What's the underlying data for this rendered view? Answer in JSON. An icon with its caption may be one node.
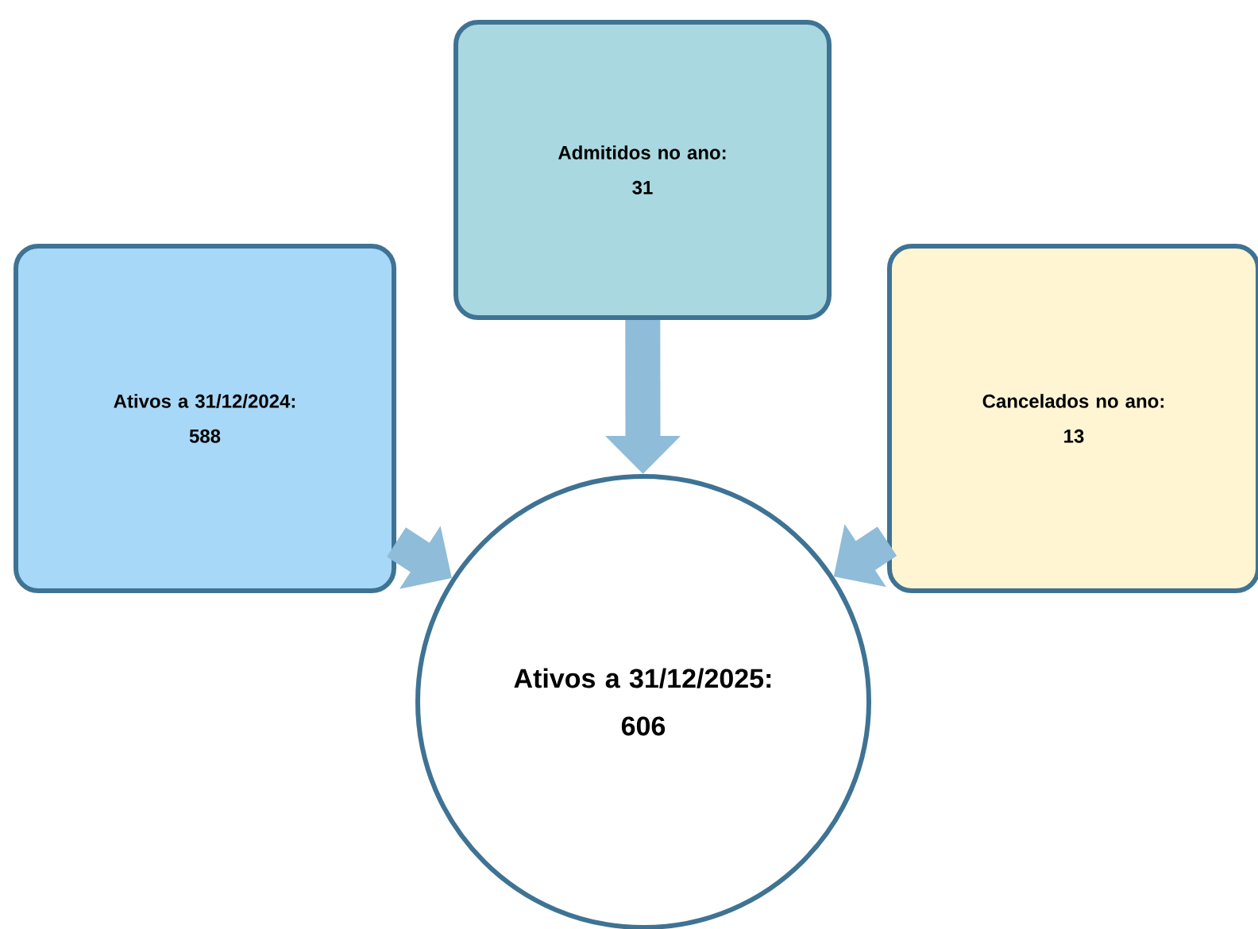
{
  "diagram": {
    "nodes": [
      {
        "text": [
          "Admitidos no ano:",
          "31"
        ]
      },
      {
        "text": [
          "Ativos a 31/12/2024:",
          "588"
        ]
      },
      {
        "text": [
          "Cancelados no ano:",
          "13"
        ]
      },
      {
        "text": [
          "Ativos a 31/12/2025:",
          "606"
        ]
      }
    ],
    "edges": [
      {
        "from": 0,
        "to": 3,
        "arrow": "to"
      },
      {
        "from": 1,
        "to": 3,
        "arrow": "to"
      },
      {
        "from": 2,
        "to": 3,
        "arrow": "to"
      }
    ]
  }
}
